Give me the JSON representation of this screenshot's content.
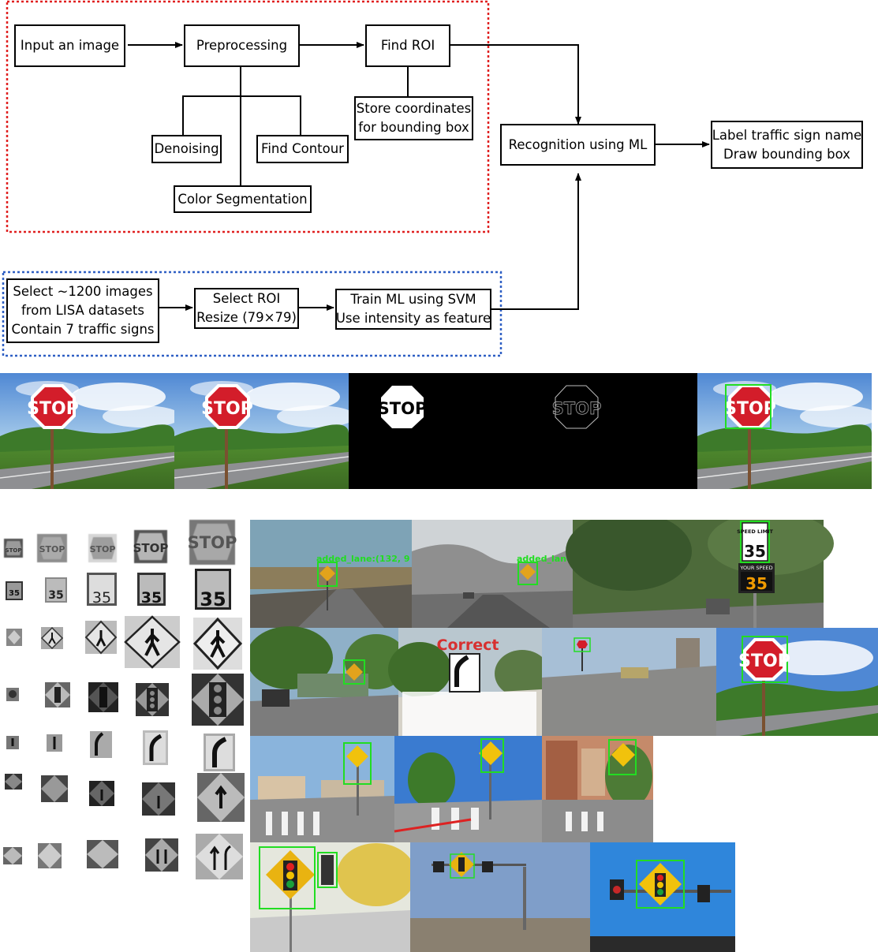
{
  "pipeline": {
    "input": "Input an image",
    "preprocessing": "Preprocessing",
    "find_roi": "Find ROI",
    "store_line1": "Store coordinates",
    "store_line2": "for bounding box",
    "denoising": "Denoising",
    "find_contour": "Find Contour",
    "color_segmentation": "Color Segmentation",
    "recognition": "Recognition using ML",
    "label_line1": "Label traffic sign name",
    "label_line2": "Draw bounding box"
  },
  "training": {
    "select_line1": "Select ~1200 images",
    "select_line2": "from LISA datasets",
    "select_line3": "Contain 7 traffic signs",
    "roi_line1": "Select ROI",
    "roi_line2": "Resize (79×79)",
    "train_line1": "Train ML using SVM",
    "train_line2": "Use intensity as feature"
  },
  "colors": {
    "pipeline_border": "#e02020",
    "training_border": "#2e5fc4",
    "detection_box": "#22dd22",
    "stop_red": "#d31d2a",
    "sign_yellow": "#f1c20c"
  },
  "images": {
    "stop_sign_text": "STOP",
    "speed_limit_text": "SPEED LIMIT",
    "speed_value": "35",
    "your_speed_text": "YOUR SPEED",
    "correct_label": "Correct",
    "detection_label_1": "added_lane:(132, 9",
    "detection_label_2": "added_lane"
  }
}
